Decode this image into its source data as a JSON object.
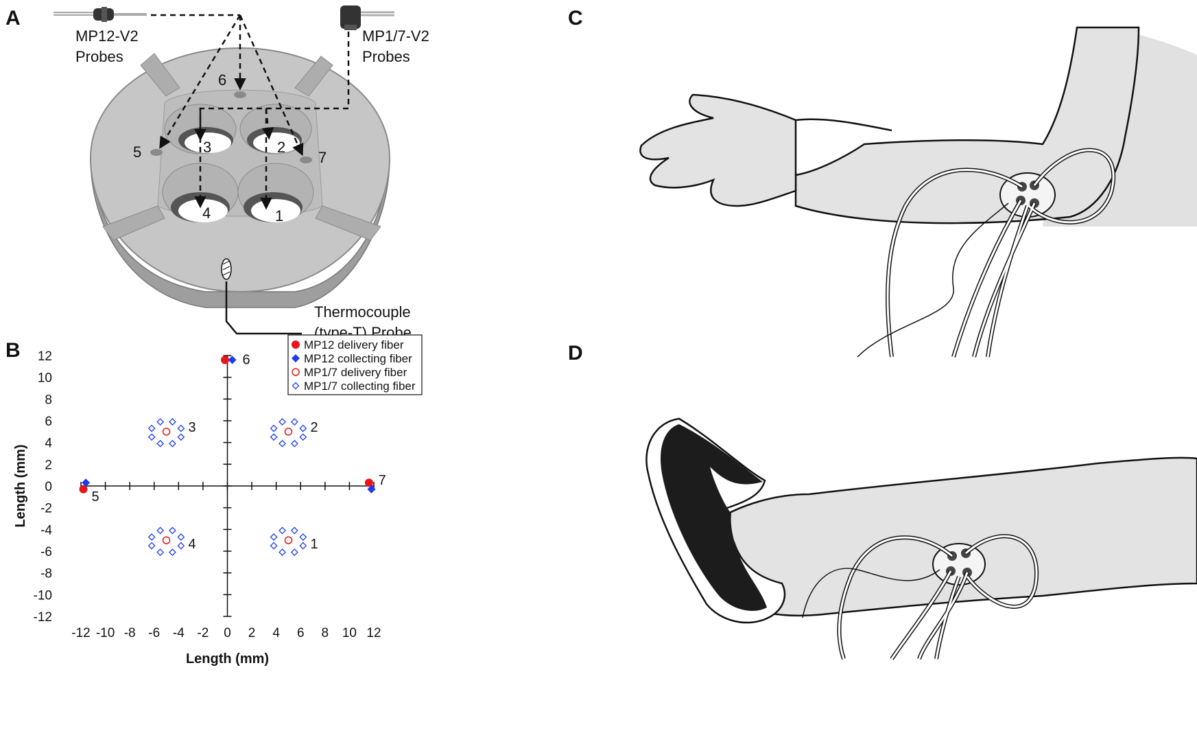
{
  "panels": {
    "a": "A",
    "b": "B",
    "c": "C",
    "d": "D"
  },
  "panel_a": {
    "probe_mp12": [
      "MP12-V2",
      "Probes"
    ],
    "probe_mp17": [
      "MP1/7-V2",
      "Probes"
    ],
    "thermocouple": [
      "Thermocouple",
      "(type-T) Probe"
    ],
    "hole_labels": [
      "1",
      "2",
      "3",
      "4",
      "5",
      "6",
      "7"
    ]
  },
  "chart_data": {
    "type": "scatter",
    "xlabel": "Length (mm)",
    "ylabel": "Length (mm)",
    "xlim": [
      -12,
      12
    ],
    "ylim": [
      -12,
      12
    ],
    "x_ticks": [
      "-12",
      "-10",
      "-8",
      "-6",
      "-4",
      "-2",
      "0",
      "2",
      "4",
      "6",
      "8",
      "10",
      "12"
    ],
    "y_ticks": [
      "12",
      "10",
      "8",
      "6",
      "4",
      "2",
      "0",
      "-2",
      "-4",
      "-6",
      "-8",
      "-10",
      "-12"
    ],
    "legend": {
      "position": "top-right"
    },
    "series": [
      {
        "name": "MP12 delivery fiber",
        "marker": "filled-circle",
        "color": "#e8161b",
        "points": [
          [
            -0.2,
            11.6
          ],
          [
            -11.8,
            -0.3
          ],
          [
            11.6,
            0.3
          ]
        ]
      },
      {
        "name": "MP12 collecting fiber",
        "marker": "filled-diamond",
        "color": "#1a3bf0",
        "points": [
          [
            0.4,
            11.6
          ],
          [
            -11.6,
            0.3
          ],
          [
            11.8,
            -0.3
          ]
        ]
      },
      {
        "name": "MP1/7 delivery fiber",
        "marker": "open-circle",
        "color": "#e8161b",
        "points": [
          [
            5,
            5
          ],
          [
            -5,
            5
          ],
          [
            -5,
            -5
          ],
          [
            5,
            -5
          ]
        ]
      },
      {
        "name": "MP1/7 collecting fiber",
        "marker": "open-diamond",
        "color": "#1a3bf0",
        "points": [
          [
            4.5,
            5.9
          ],
          [
            5.5,
            5.9
          ],
          [
            3.8,
            5.3
          ],
          [
            6.2,
            5.3
          ],
          [
            3.8,
            4.5
          ],
          [
            6.2,
            4.5
          ],
          [
            4.5,
            3.9
          ],
          [
            5.5,
            3.9
          ],
          [
            -5.5,
            5.9
          ],
          [
            -4.5,
            5.9
          ],
          [
            -6.2,
            5.3
          ],
          [
            -3.8,
            5.3
          ],
          [
            -6.2,
            4.5
          ],
          [
            -3.8,
            4.5
          ],
          [
            -5.5,
            3.9
          ],
          [
            -4.5,
            3.9
          ],
          [
            -5.5,
            -4.1
          ],
          [
            -4.5,
            -4.1
          ],
          [
            -6.2,
            -4.7
          ],
          [
            -3.8,
            -4.7
          ],
          [
            -6.2,
            -5.5
          ],
          [
            -3.8,
            -5.5
          ],
          [
            -5.5,
            -6.1
          ],
          [
            -4.5,
            -6.1
          ],
          [
            4.5,
            -4.1
          ],
          [
            5.5,
            -4.1
          ],
          [
            3.8,
            -4.7
          ],
          [
            6.2,
            -4.7
          ],
          [
            3.8,
            -5.5
          ],
          [
            6.2,
            -5.5
          ],
          [
            4.5,
            -6.1
          ],
          [
            5.5,
            -6.1
          ]
        ]
      }
    ],
    "point_labels": [
      {
        "text": "6",
        "x": 0,
        "y": 11.6
      },
      {
        "text": "3",
        "x": -5,
        "y": 5
      },
      {
        "text": "2",
        "x": 5,
        "y": 5
      },
      {
        "text": "5",
        "x": -11.8,
        "y": 0
      },
      {
        "text": "7",
        "x": 11.7,
        "y": 0
      },
      {
        "text": "4",
        "x": -5,
        "y": -5
      },
      {
        "text": "1",
        "x": 5,
        "y": -5
      }
    ]
  }
}
